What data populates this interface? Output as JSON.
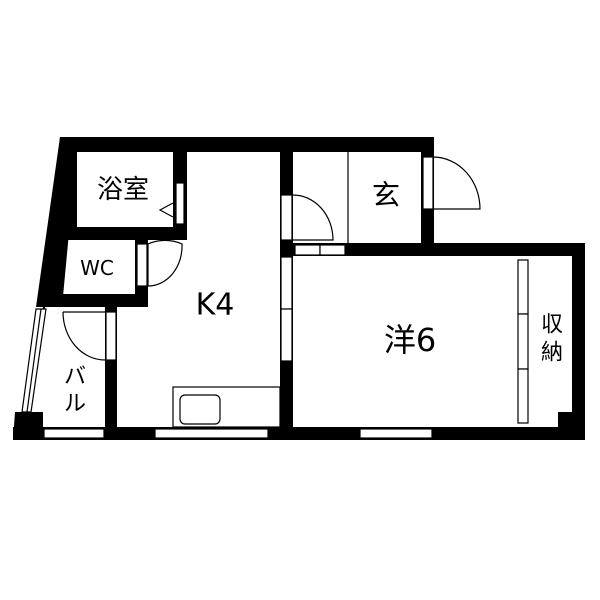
{
  "floor_plan": {
    "rooms": {
      "bath": "浴室",
      "toilet": "WC",
      "kitchen": "K4",
      "entrance": "玄",
      "western_room": "洋6",
      "storage_top": "収",
      "storage_bottom": "納",
      "balcony_top": "バ",
      "balcony_bottom": "ル"
    },
    "colors": {
      "wall": "#000000",
      "background": "#ffffff"
    }
  }
}
